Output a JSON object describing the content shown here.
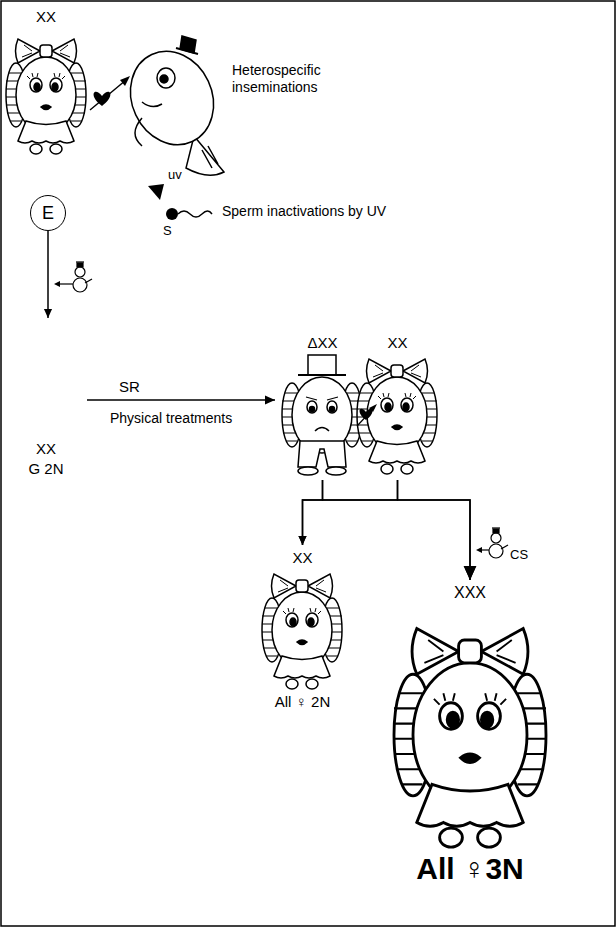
{
  "diagram": {
    "nodes": [
      {
        "text": [
          "XX"
        ]
      },
      {
        "text": [
          "E"
        ]
      },
      {
        "text": [
          "XX",
          "G 2N"
        ]
      },
      {
        "text": [
          "ΔXX"
        ]
      },
      {
        "text": [
          "XX"
        ]
      },
      {
        "text": [
          "XX",
          "All ♀ 2N"
        ]
      },
      {
        "text": [
          "XXX",
          "All ♀3N"
        ]
      }
    ],
    "edges": [
      {
        "from": 1,
        "to": 2,
        "arrow": "to"
      },
      {
        "from": 2,
        "to": 3,
        "label": "SR",
        "arrow": "to"
      },
      {
        "from": 3,
        "to": 5,
        "arrow": "to"
      },
      {
        "from": 3,
        "to": 6,
        "arrow": "to"
      },
      {
        "from": 4,
        "to": 5,
        "arrow": "to"
      },
      {
        "from": 4,
        "to": 6,
        "arrow": "to"
      }
    ],
    "labels": [
      "Heterospecific inseminations",
      "uv",
      "S",
      "Sperm inactivations by UV",
      "Physical treatments",
      "CS"
    ]
  }
}
